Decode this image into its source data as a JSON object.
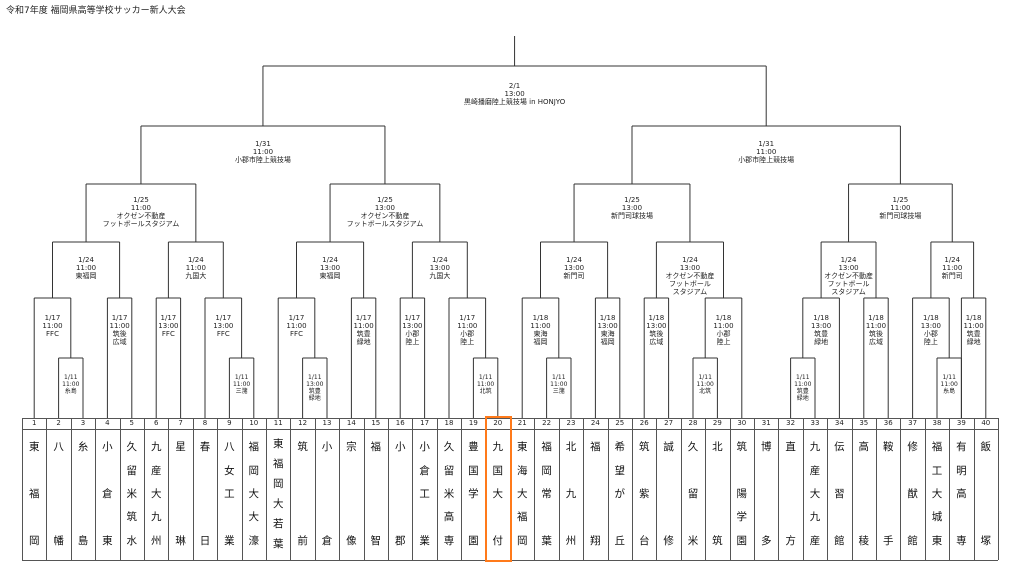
{
  "title": "令和7年度 福岡県高等学校サッカー新人大会",
  "highlight_team_number": "20",
  "highlight_color": "#ff7a1a",
  "teams": [
    {
      "no": "1",
      "name": [
        "東",
        "",
        "福",
        "",
        "岡"
      ]
    },
    {
      "no": "2",
      "name": [
        "八",
        "",
        "",
        "",
        "幡"
      ]
    },
    {
      "no": "3",
      "name": [
        "糸",
        "",
        "",
        "",
        "島"
      ]
    },
    {
      "no": "4",
      "name": [
        "小",
        "",
        "倉",
        "",
        "東"
      ]
    },
    {
      "no": "5",
      "name": [
        "久",
        "留",
        "米",
        "筑",
        "水"
      ]
    },
    {
      "no": "6",
      "name": [
        "九",
        "産",
        "大",
        "九",
        "州"
      ]
    },
    {
      "no": "7",
      "name": [
        "星",
        "",
        "",
        "",
        "琳"
      ]
    },
    {
      "no": "8",
      "name": [
        "春",
        "",
        "",
        "",
        "日"
      ]
    },
    {
      "no": "9",
      "name": [
        "八",
        "女",
        "工",
        "",
        "業"
      ]
    },
    {
      "no": "10",
      "name": [
        "福",
        "岡",
        "大",
        "大",
        "濠"
      ]
    },
    {
      "no": "11",
      "name": [
        "東",
        "福",
        "岡",
        "大",
        "若",
        "葉"
      ]
    },
    {
      "no": "12",
      "name": [
        "筑",
        "",
        "",
        "",
        "前"
      ]
    },
    {
      "no": "13",
      "name": [
        "小",
        "",
        "",
        "",
        "倉"
      ]
    },
    {
      "no": "14",
      "name": [
        "宗",
        "",
        "",
        "",
        "像"
      ]
    },
    {
      "no": "15",
      "name": [
        "福",
        "",
        "",
        "",
        "智"
      ]
    },
    {
      "no": "16",
      "name": [
        "小",
        "",
        "",
        "",
        "郡"
      ]
    },
    {
      "no": "17",
      "name": [
        "小",
        "倉",
        "工",
        "",
        "業"
      ]
    },
    {
      "no": "18",
      "name": [
        "久",
        "留",
        "米",
        "高",
        "専"
      ]
    },
    {
      "no": "19",
      "name": [
        "豊",
        "国",
        "学",
        "",
        "園"
      ]
    },
    {
      "no": "20",
      "name": [
        "九",
        "国",
        "大",
        "",
        "付"
      ]
    },
    {
      "no": "21",
      "name": [
        "東",
        "海",
        "大",
        "福",
        "岡"
      ]
    },
    {
      "no": "22",
      "name": [
        "福",
        "岡",
        "常",
        "",
        "葉"
      ]
    },
    {
      "no": "23",
      "name": [
        "北",
        "",
        "九",
        "",
        "州"
      ]
    },
    {
      "no": "24",
      "name": [
        "福",
        "",
        "",
        "",
        "翔"
      ]
    },
    {
      "no": "25",
      "name": [
        "希",
        "望",
        "が",
        "",
        "丘"
      ]
    },
    {
      "no": "26",
      "name": [
        "筑",
        "",
        "紫",
        "",
        "台"
      ]
    },
    {
      "no": "27",
      "name": [
        "誠",
        "",
        "",
        "",
        "修"
      ]
    },
    {
      "no": "28",
      "name": [
        "久",
        "",
        "留",
        "",
        "米"
      ]
    },
    {
      "no": "29",
      "name": [
        "北",
        "",
        "",
        "",
        "筑"
      ]
    },
    {
      "no": "30",
      "name": [
        "筑",
        "",
        "陽",
        "学",
        "園"
      ]
    },
    {
      "no": "31",
      "name": [
        "博",
        "",
        "",
        "",
        "多"
      ]
    },
    {
      "no": "32",
      "name": [
        "直",
        "",
        "",
        "",
        "方"
      ]
    },
    {
      "no": "33",
      "name": [
        "九",
        "産",
        "大",
        "九",
        "産"
      ]
    },
    {
      "no": "34",
      "name": [
        "伝",
        "",
        "習",
        "",
        "館"
      ]
    },
    {
      "no": "35",
      "name": [
        "高",
        "",
        "",
        "",
        "稜"
      ]
    },
    {
      "no": "36",
      "name": [
        "鞍",
        "",
        "",
        "",
        "手"
      ]
    },
    {
      "no": "37",
      "name": [
        "修",
        "",
        "猷",
        "",
        "館"
      ]
    },
    {
      "no": "38",
      "name": [
        "福",
        "工",
        "大",
        "城",
        "東"
      ]
    },
    {
      "no": "39",
      "name": [
        "有",
        "明",
        "高",
        "",
        "専"
      ]
    },
    {
      "no": "40",
      "name": [
        "飯",
        "",
        "",
        "",
        "塚"
      ]
    }
  ],
  "matches": {
    "final": [
      "2/1",
      "13:00",
      "黒崎播磨陸上競技場 in HONJYO"
    ],
    "sf_left": [
      "1/31",
      "11:00",
      "小郡市陸上競技場"
    ],
    "sf_right": [
      "1/31",
      "11:00",
      "小郡市陸上競技場"
    ],
    "qf1": [
      "1/25",
      "11:00",
      "オクゼン不動産",
      "フットボールスタジアム"
    ],
    "qf2": [
      "1/25",
      "13:00",
      "オクゼン不動産",
      "フットボールスタジアム"
    ],
    "qf3": [
      "1/25",
      "13:00",
      "新門司球技場"
    ],
    "qf4": [
      "1/25",
      "11:00",
      "新門司球技場"
    ],
    "r16_1": [
      "1/24",
      "11:00",
      "東福岡"
    ],
    "r16_2": [
      "1/24",
      "11:00",
      "九国大"
    ],
    "r16_3": [
      "1/24",
      "13:00",
      "東福岡"
    ],
    "r16_4": [
      "1/24",
      "13:00",
      "九国大"
    ],
    "r16_5": [
      "1/24",
      "13:00",
      "新門司"
    ],
    "r16_6": [
      "1/24",
      "13:00",
      "オクゼン不動産",
      "フットボール",
      "スタジアム"
    ],
    "r16_7": [
      "1/24",
      "13:00",
      "オクゼン不動産",
      "フットボール",
      "スタジアム"
    ],
    "r16_8": [
      "1/24",
      "11:00",
      "新門司"
    ],
    "r32": [
      [
        "1/17",
        "11:00",
        "FFC"
      ],
      [
        "1/17",
        "11:00",
        "筑後",
        "広域"
      ],
      [
        "1/17",
        "13:00",
        "FFC"
      ],
      [
        "1/17",
        "13:00",
        "FFC"
      ],
      [
        "1/17",
        "11:00",
        "FFC"
      ],
      [
        "1/17",
        "11:00",
        "筑豊",
        "緑地"
      ],
      [
        "1/17",
        "13:00",
        "小郡",
        "陸上"
      ],
      [
        "1/17",
        "11:00",
        "小郡",
        "陸上"
      ],
      [
        "1/18",
        "11:00",
        "東海",
        "福岡"
      ],
      [
        "1/18",
        "13:00",
        "東海",
        "福岡"
      ],
      [
        "1/18",
        "13:00",
        "筑後",
        "広域"
      ],
      [
        "1/18",
        "11:00",
        "小郡",
        "陸上"
      ],
      [
        "1/18",
        "13:00",
        "筑豊",
        "緑地"
      ],
      [
        "1/18",
        "11:00",
        "筑後",
        "広域"
      ],
      [
        "1/18",
        "13:00",
        "小郡",
        "陸上"
      ],
      [
        "1/18",
        "11:00",
        "筑豊",
        "緑地"
      ]
    ],
    "r1": [
      [
        "1/11",
        "11:00",
        "糸島"
      ],
      [
        "1/11",
        "11:00",
        "三潴"
      ],
      [
        "1/11",
        "13:00",
        "筑豊",
        "緑地"
      ],
      [
        "1/11",
        "11:00",
        "北筑"
      ],
      [
        "1/11",
        "11:00",
        "三潴"
      ],
      [
        "1/11",
        "11:00",
        "北筑"
      ],
      [
        "1/11",
        "11:00",
        "筑豊",
        "緑地"
      ],
      [
        "1/11",
        "11:00",
        "糸島"
      ]
    ]
  }
}
